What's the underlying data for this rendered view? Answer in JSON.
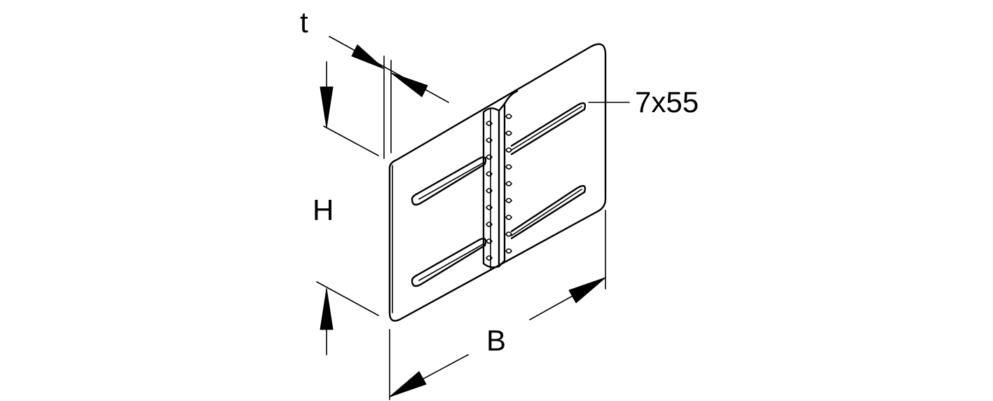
{
  "labels": {
    "thickness": "t",
    "height": "H",
    "width": "B",
    "slot_size": "7x55"
  },
  "colors": {
    "line": "#000000",
    "background": "#ffffff"
  }
}
